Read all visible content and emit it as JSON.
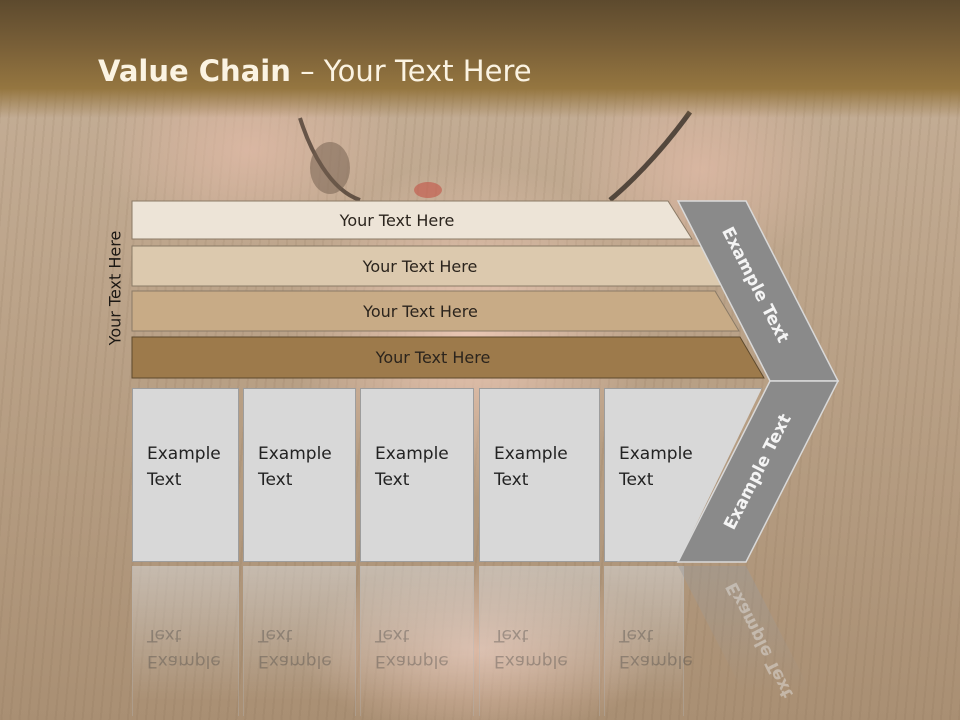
{
  "title": {
    "bold": "Value Chain",
    "rest": " – Your Text Here"
  },
  "side_label": "Your Text Here",
  "bars": [
    "Your Text Here",
    "Your Text Here",
    "Your Text Here",
    "Your Text Here"
  ],
  "columns": [
    {
      "line1": "Example",
      "line2": "Text"
    },
    {
      "line1": "Example",
      "line2": "Text"
    },
    {
      "line1": "Example",
      "line2": "Text"
    },
    {
      "line1": "Example",
      "line2": "Text"
    },
    {
      "line1": "Example",
      "line2": "Text"
    }
  ],
  "chevron": {
    "upper": "Example Text",
    "lower": "Example Text"
  },
  "colors": {
    "header": "#7a6038",
    "chevron": "#8a8a8a",
    "column": "#d8d8d8"
  }
}
